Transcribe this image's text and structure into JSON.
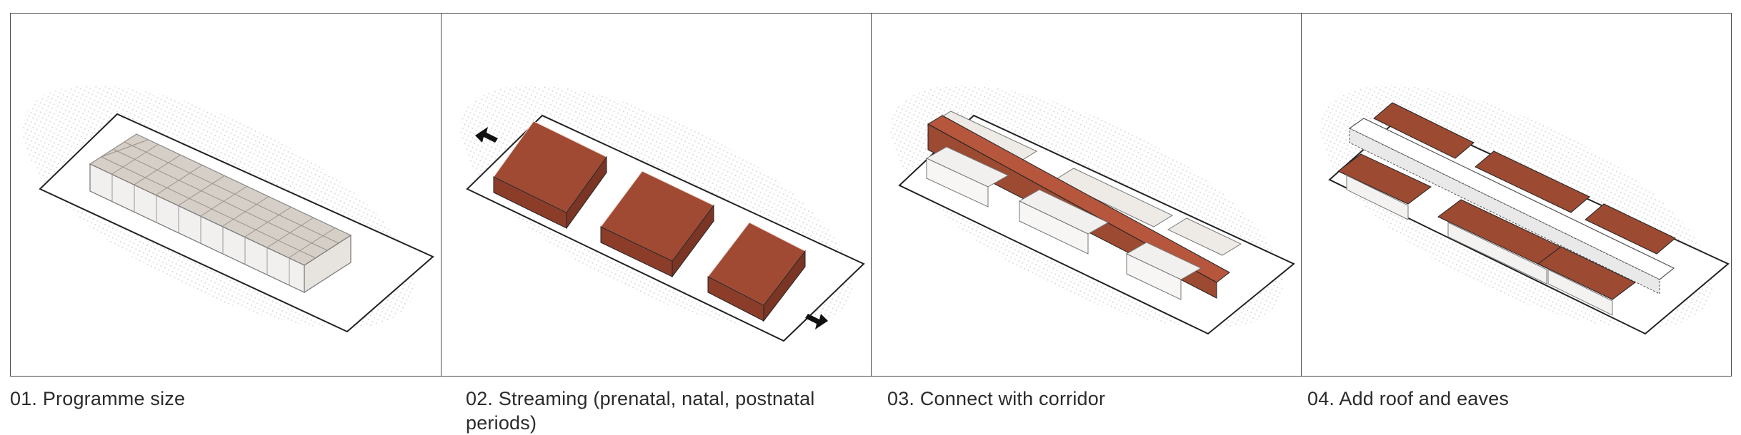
{
  "steps": [
    {
      "number": "01.",
      "label": "Programme size"
    },
    {
      "number": "02.",
      "label": "Streaming (prenatal, natal, postnatal periods)"
    },
    {
      "number": "03.",
      "label": "Connect with corridor"
    },
    {
      "number": "04.",
      "label": "Add roof and eaves"
    }
  ],
  "colors": {
    "block_beige": "#d6cfc7",
    "block_white": "#f2f0ee",
    "block_brick": "#a04a34",
    "roof_rust": "#9c4a32",
    "outline": "#222222"
  }
}
